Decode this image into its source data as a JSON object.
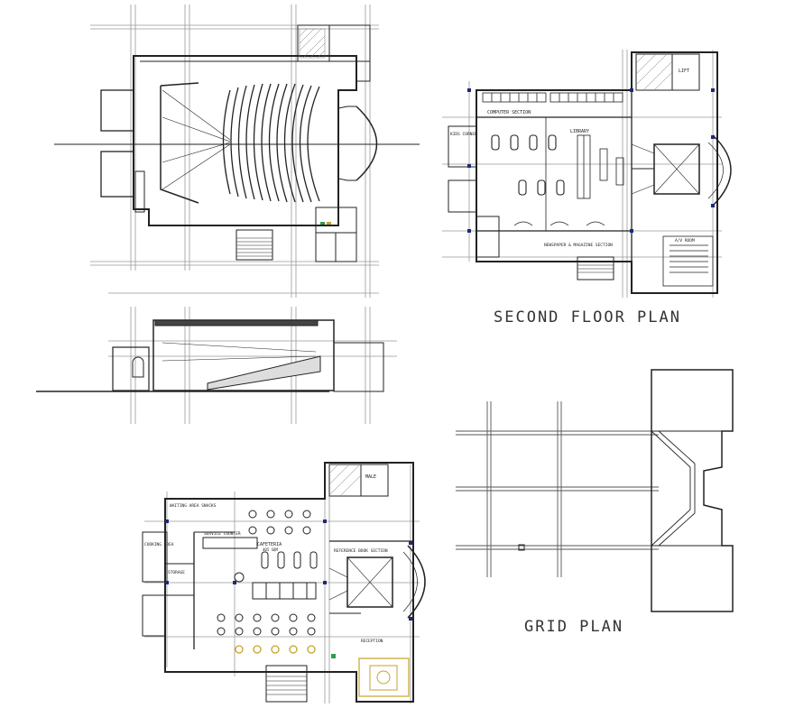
{
  "drawing": {
    "titles": {
      "second_floor": "SECOND FLOOR PLAN",
      "grid": "GRID PLAN"
    },
    "labels": {
      "computer_section": "COMPUTER SECTION",
      "library": "LIBRARY",
      "kids_corner": "KIDS CORNER",
      "newspaper_section": "NEWSPAPER & MAGAZINE SECTION",
      "av_room": "A/V ROOM",
      "lift": "LIFT",
      "male_toilet": "MALE",
      "cafeteria": "CAFETERIA",
      "cafeteria_capacity": "405 SQM",
      "service_counter": "SERVICE COUNTER",
      "cooking_area": "COOKING AREA",
      "storage": "STORAGE",
      "reference_section": "REFERENCE BOOK SECTION",
      "waiting_area": "WAITING AREA SNACKS",
      "reception": "RECEPTION"
    },
    "colors": {
      "line": "#222222",
      "grid_line": "#9a9a9a",
      "furniture_gold": "#c9a227",
      "accent_green": "#2e9e4f",
      "column_blue": "#1b2a7a"
    }
  }
}
